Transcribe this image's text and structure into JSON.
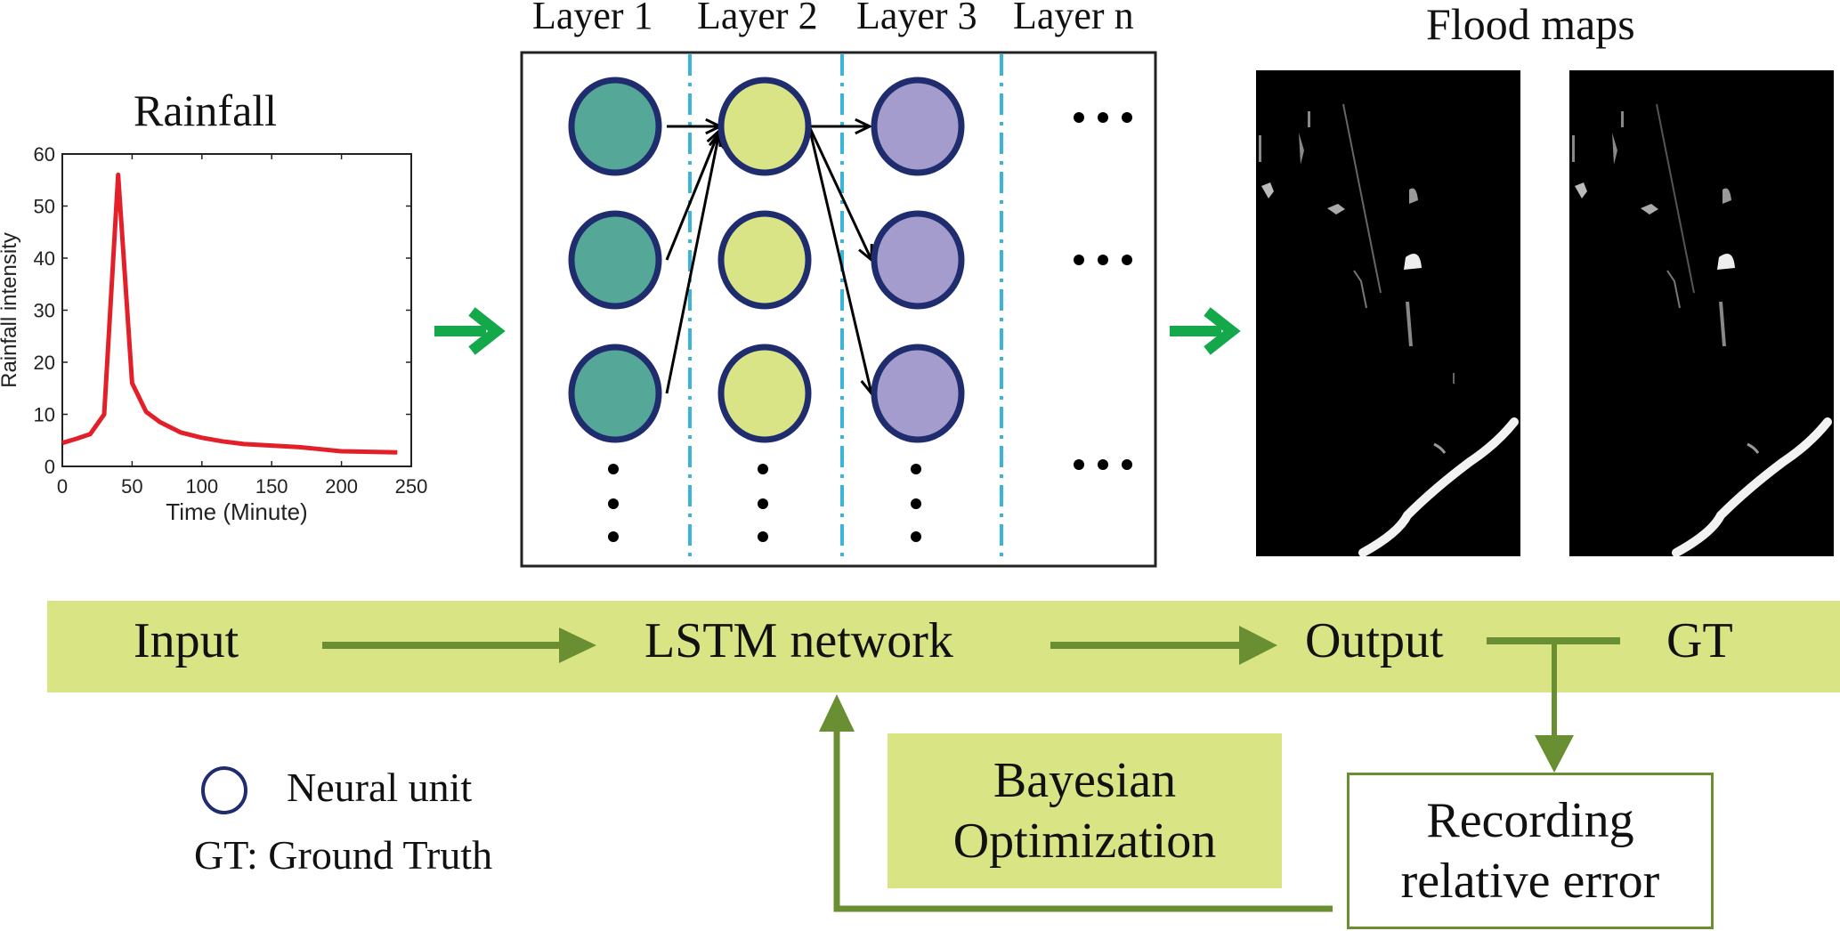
{
  "rainfall": {
    "title": "Rainfall"
  },
  "chart_data": {
    "type": "line",
    "title": "",
    "xlabel": "Time (Minute)",
    "ylabel": "Rainfall intensity",
    "xlim": [
      0,
      250
    ],
    "ylim": [
      0,
      60
    ],
    "xticks": [
      0,
      50,
      100,
      150,
      200,
      250
    ],
    "yticks": [
      0,
      10,
      20,
      30,
      40,
      50,
      60
    ],
    "grid": false,
    "series": [
      {
        "name": "Rainfall",
        "color": "#e3202a",
        "x": [
          0,
          10,
          20,
          30,
          40,
          50,
          60,
          70,
          85,
          100,
          115,
          130,
          150,
          170,
          185,
          200,
          220,
          240
        ],
        "y": [
          4.5,
          5.3,
          6.2,
          10,
          56,
          16,
          10.5,
          8.5,
          6.5,
          5.5,
          4.8,
          4.3,
          4,
          3.7,
          3.3,
          2.9,
          2.8,
          2.7
        ]
      }
    ]
  },
  "network": {
    "layers": [
      "Layer 1",
      "Layer 2",
      "Layer 3",
      "Layer n"
    ],
    "unit_colors": [
      "#55a898",
      "#d8e486",
      "#a49ccc"
    ],
    "unit_border": "#1f2d6e",
    "divider_color": "#3ab4d8"
  },
  "flood": {
    "title": "Flood maps"
  },
  "pipeline": {
    "input": "Input",
    "lstm": "LSTM network",
    "output": "Output",
    "gt": "GT",
    "bayesian_line1": "Bayesian",
    "bayesian_line2": "Optimization",
    "recording_line1": "Recording",
    "recording_line2": "relative error",
    "bar_color": "#d9e485",
    "arrow_color": "#6a8f32",
    "flow_arrow_color": "#13a84a"
  },
  "legend": {
    "neural_unit": "Neural unit",
    "gt_def": "GT: Ground Truth"
  }
}
